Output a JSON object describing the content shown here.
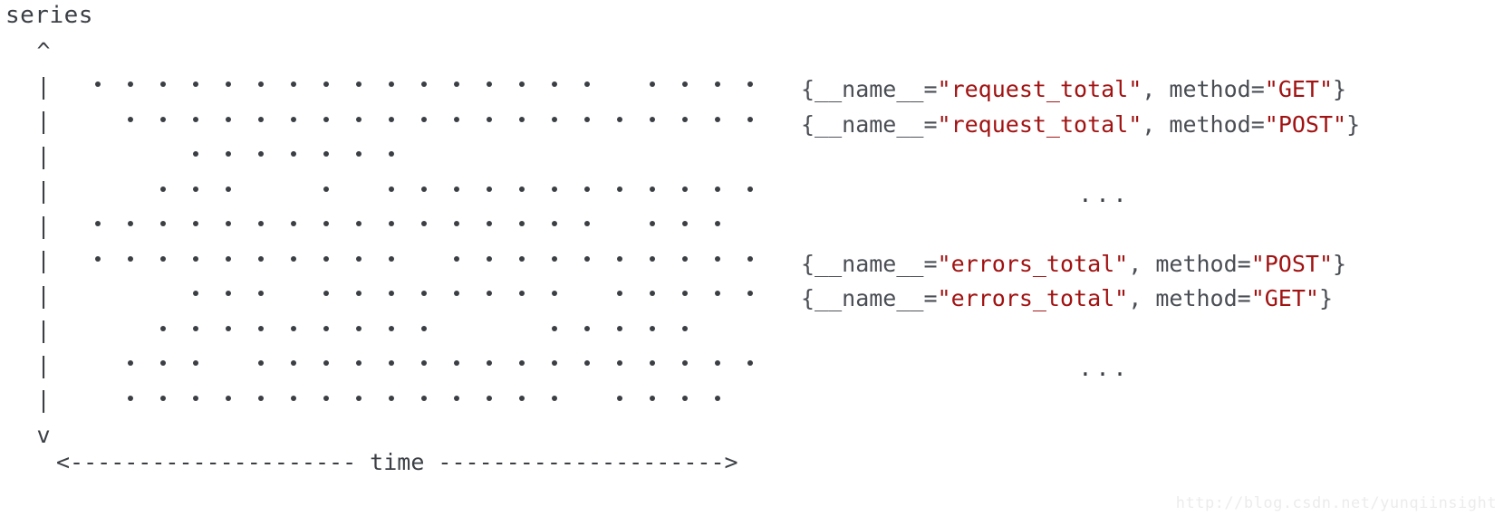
{
  "axes": {
    "y_label": "series",
    "y_up_arrow": "^",
    "y_down_arrow": "v",
    "y_bar": "|",
    "y_bar_count": 10,
    "x_axis_line": "<--------------------- time --------------------->",
    "x_label": "time"
  },
  "legend": {
    "rows": [
      {
        "pre": "{__name__=",
        "metric": "\"request_total\"",
        "mid": ", method=",
        "method": "\"GET\"",
        "post": "}"
      },
      {
        "pre": "{__name__=",
        "metric": "\"request_total\"",
        "mid": ", method=",
        "method": "\"POST\"",
        "post": "}"
      },
      {
        "pre": "{__name__=",
        "metric": "\"errors_total\"",
        "mid": ", method=",
        "method": "\"POST\"",
        "post": "}"
      },
      {
        "pre": "{__name__=",
        "metric": "\"errors_total\"",
        "mid": ", method=",
        "method": "\"GET\"",
        "post": "}"
      }
    ],
    "ellipsis": "..."
  },
  "watermark": "http://blog.csdn.net/yunqiinsight",
  "colors": {
    "ink": "#3b3f44",
    "string": "#a11212",
    "background": "#ffffff",
    "watermark": "#ececed"
  },
  "chart_data": {
    "type": "scatter",
    "title": "",
    "xlabel": "time",
    "ylabel": "series",
    "grid": false,
    "legend_position": "right",
    "description": "ASCII-art style illustration of multiple time series: each horizontal row of dots is one labelled series sampled over time.",
    "x_tick_positions": [
      108,
      144,
      180,
      216,
      252,
      288,
      324,
      360,
      396,
      432,
      468,
      504,
      540,
      576,
      612,
      648,
      684,
      720,
      756,
      792,
      828
    ],
    "row_spacing_px": 38.5,
    "dot_radius_px": 3,
    "series": [
      {
        "name": "{__name__=\"request_total\", method=\"GET\"}",
        "row": 0,
        "sample_columns": [
          0,
          1,
          2,
          3,
          4,
          5,
          6,
          7,
          8,
          9,
          10,
          11,
          12,
          13,
          14,
          15,
          17,
          18,
          19,
          20
        ]
      },
      {
        "name": "{__name__=\"request_total\", method=\"POST\"}",
        "row": 1,
        "sample_columns": [
          1,
          2,
          3,
          4,
          5,
          6,
          7,
          8,
          9,
          10,
          11,
          12,
          13,
          14,
          15,
          16,
          17,
          18,
          19,
          20
        ]
      },
      {
        "name": "",
        "row": 2,
        "sample_columns": [
          3,
          4,
          5,
          6,
          7,
          8,
          9
        ]
      },
      {
        "name": "",
        "row": 3,
        "sample_columns": [
          2,
          3,
          4,
          7,
          9,
          10,
          11,
          12,
          13,
          14,
          15,
          16,
          17,
          18,
          19,
          20
        ]
      },
      {
        "name": "",
        "row": 4,
        "sample_columns": [
          0,
          1,
          2,
          3,
          4,
          5,
          6,
          7,
          8,
          9,
          10,
          11,
          12,
          13,
          14,
          15,
          17,
          18,
          19
        ]
      },
      {
        "name": "{__name__=\"errors_total\", method=\"POST\"}",
        "row": 5,
        "sample_columns": [
          0,
          1,
          2,
          3,
          4,
          5,
          6,
          7,
          8,
          9,
          11,
          12,
          13,
          14,
          15,
          16,
          17,
          18,
          19,
          20
        ]
      },
      {
        "name": "{__name__=\"errors_total\", method=\"GET\"}",
        "row": 6,
        "sample_columns": [
          3,
          4,
          5,
          7,
          8,
          9,
          10,
          11,
          12,
          13,
          14,
          16,
          17,
          18,
          19,
          20
        ]
      },
      {
        "name": "",
        "row": 7,
        "sample_columns": [
          2,
          3,
          4,
          5,
          6,
          7,
          8,
          9,
          10,
          14,
          15,
          16,
          17,
          18
        ]
      },
      {
        "name": "",
        "row": 8,
        "sample_columns": [
          1,
          2,
          3,
          5,
          6,
          7,
          8,
          9,
          10,
          11,
          12,
          13,
          14,
          15,
          16,
          17,
          18,
          19,
          20
        ]
      },
      {
        "name": "",
        "row": 9,
        "sample_columns": [
          1,
          2,
          3,
          4,
          5,
          6,
          7,
          8,
          9,
          10,
          11,
          12,
          13,
          14,
          16,
          17,
          18,
          19
        ]
      }
    ]
  }
}
